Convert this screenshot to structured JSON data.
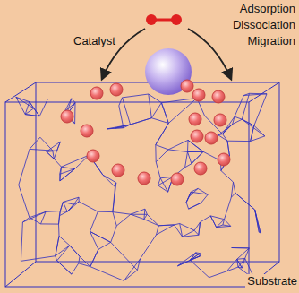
{
  "diagram": {
    "labels": [
      "Adsorption",
      "Dissociation",
      "Migration",
      "Catalyst",
      "Substrate"
    ]
  }
}
